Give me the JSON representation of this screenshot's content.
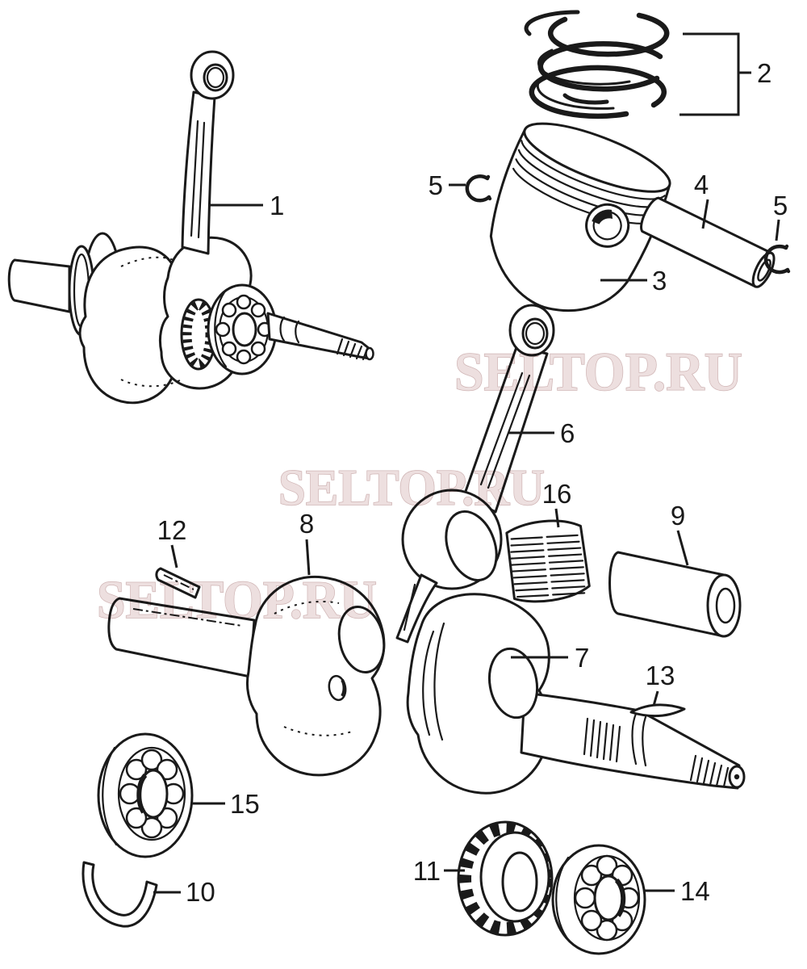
{
  "page": {
    "background": "#ffffff",
    "ink": "#1a1a1a"
  },
  "watermark": {
    "text": "SELTOP.RU",
    "fill": "#ecdede",
    "stroke": "#cdb0b0"
  },
  "callouts": {
    "n1": "1",
    "n2": "2",
    "n3": "3",
    "n4": "4",
    "n5": "5",
    "n6": "6",
    "n7": "7",
    "n8": "8",
    "n9": "9",
    "n10": "10",
    "n11": "11",
    "n12": "12",
    "n13": "13",
    "n14": "14",
    "n15": "15",
    "n16": "16"
  }
}
